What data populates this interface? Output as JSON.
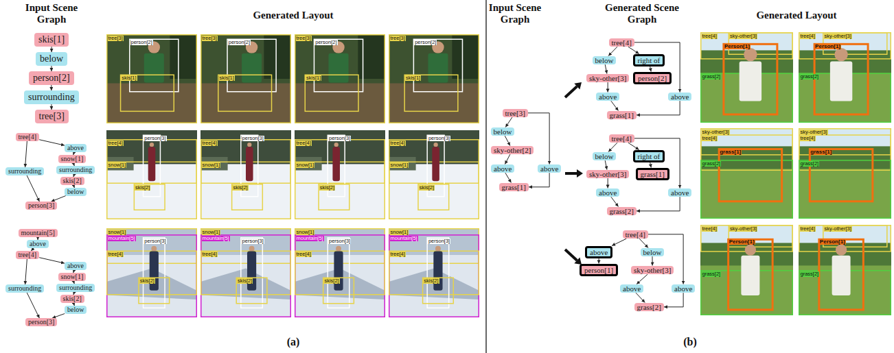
{
  "diagram": {
    "nodes": [
      {
        "text": [
          "skis[1]"
        ]
      },
      {
        "text": [
          "below"
        ]
      },
      {
        "text": [
          "person[2]"
        ]
      },
      {
        "text": [
          "surrounding"
        ]
      },
      {
        "text": [
          "tree[3]"
        ]
      },
      {
        "text": [
          "tree[4]"
        ]
      },
      {
        "text": [
          "above"
        ]
      },
      {
        "text": [
          "snow[1]"
        ]
      },
      {
        "text": [
          "surrounding"
        ]
      },
      {
        "text": [
          "surrounding"
        ]
      },
      {
        "text": [
          "skis[2]"
        ]
      },
      {
        "text": [
          "below"
        ]
      },
      {
        "text": [
          "person[3]"
        ]
      },
      {
        "text": [
          "mountain[5]"
        ]
      },
      {
        "text": [
          "above"
        ]
      },
      {
        "text": [
          "tree[4]"
        ]
      },
      {
        "text": [
          "above"
        ]
      },
      {
        "text": [
          "snow[1]"
        ]
      },
      {
        "text": [
          "surrounding"
        ]
      },
      {
        "text": [
          "surrounding"
        ]
      },
      {
        "text": [
          "skis[2]"
        ]
      },
      {
        "text": [
          "below"
        ]
      },
      {
        "text": [
          "person[3]"
        ]
      },
      {
        "text": [
          "tree[3]"
        ]
      },
      {
        "text": [
          "below"
        ]
      },
      {
        "text": [
          "above"
        ]
      },
      {
        "text": [
          "sky-other[2]"
        ]
      },
      {
        "text": [
          "above"
        ]
      },
      {
        "text": [
          "grass[1]"
        ]
      },
      {
        "text": [
          "tree[4]"
        ]
      },
      {
        "text": [
          "below"
        ]
      },
      {
        "text": [
          "right of"
        ]
      },
      {
        "text": [
          "sky-other[3]"
        ]
      },
      {
        "text": [
          "person[2]"
        ]
      },
      {
        "text": [
          "above"
        ]
      },
      {
        "text": [
          "above"
        ]
      },
      {
        "text": [
          "grass[1]"
        ]
      },
      {
        "text": [
          "tree[4]"
        ]
      },
      {
        "text": [
          "below"
        ]
      },
      {
        "text": [
          "right of"
        ]
      },
      {
        "text": [
          "sky-other[3]"
        ]
      },
      {
        "text": [
          "grass[1]"
        ]
      },
      {
        "text": [
          "above"
        ]
      },
      {
        "text": [
          "above"
        ]
      },
      {
        "text": [
          "grass[2]"
        ]
      },
      {
        "text": [
          "tree[4]"
        ]
      },
      {
        "text": [
          "above"
        ]
      },
      {
        "text": [
          "below"
        ]
      },
      {
        "text": [
          "person[1]"
        ]
      },
      {
        "text": [
          "sky-other[3]"
        ]
      },
      {
        "text": [
          "above"
        ]
      },
      {
        "text": [
          "above"
        ]
      },
      {
        "text": [
          "grass[2]"
        ]
      }
    ],
    "edges": [
      {
        "from": 0,
        "to": 1,
        "arrow": "to"
      },
      {
        "from": 1,
        "to": 2,
        "arrow": "to"
      },
      {
        "from": 2,
        "to": 3,
        "arrow": "to"
      },
      {
        "from": 3,
        "to": 4,
        "arrow": "to"
      },
      {
        "from": 5,
        "to": 6,
        "arrow": "to"
      },
      {
        "from": 6,
        "to": 7,
        "arrow": "to"
      },
      {
        "from": 7,
        "to": 9,
        "arrow": "to"
      },
      {
        "from": 9,
        "to": 10,
        "arrow": "to"
      },
      {
        "from": 10,
        "to": 11,
        "arrow": "to"
      },
      {
        "from": 11,
        "to": 12,
        "arrow": "to"
      },
      {
        "from": 5,
        "to": 8,
        "arrow": "to"
      },
      {
        "from": 8,
        "to": 12,
        "arrow": "to"
      },
      {
        "from": 13,
        "to": 14,
        "arrow": "to"
      },
      {
        "from": 14,
        "to": 15,
        "arrow": "to"
      },
      {
        "from": 15,
        "to": 16,
        "arrow": "to"
      },
      {
        "from": 16,
        "to": 17,
        "arrow": "to"
      },
      {
        "from": 17,
        "to": 19,
        "arrow": "to"
      },
      {
        "from": 19,
        "to": 20,
        "arrow": "to"
      },
      {
        "from": 20,
        "to": 21,
        "arrow": "to"
      },
      {
        "from": 21,
        "to": 22,
        "arrow": "to"
      },
      {
        "from": 15,
        "to": 18,
        "arrow": "to"
      },
      {
        "from": 18,
        "to": 22,
        "arrow": "to"
      },
      {
        "from": 23,
        "to": 24,
        "arrow": "to"
      },
      {
        "from": 24,
        "to": 26,
        "arrow": "to"
      },
      {
        "from": 26,
        "to": 27,
        "arrow": "to"
      },
      {
        "from": 27,
        "to": 28,
        "arrow": "to"
      },
      {
        "from": 23,
        "to": 25,
        "arrow": "to"
      },
      {
        "from": 25,
        "to": 28,
        "arrow": "to"
      },
      {
        "from": 29,
        "to": 30,
        "arrow": "to"
      },
      {
        "from": 30,
        "to": 32,
        "arrow": "to"
      },
      {
        "from": 32,
        "to": 34,
        "arrow": "to"
      },
      {
        "from": 34,
        "to": 36,
        "arrow": "to"
      },
      {
        "from": 29,
        "to": 31,
        "arrow": "to"
      },
      {
        "from": 31,
        "to": 33,
        "arrow": "to"
      },
      {
        "from": 29,
        "to": 35,
        "arrow": "to"
      },
      {
        "from": 35,
        "to": 36,
        "arrow": "to"
      },
      {
        "from": 37,
        "to": 38,
        "arrow": "to"
      },
      {
        "from": 38,
        "to": 40,
        "arrow": "to"
      },
      {
        "from": 40,
        "to": 42,
        "arrow": "to"
      },
      {
        "from": 42,
        "to": 44,
        "arrow": "to"
      },
      {
        "from": 37,
        "to": 39,
        "arrow": "to"
      },
      {
        "from": 39,
        "to": 41,
        "arrow": "to"
      },
      {
        "from": 37,
        "to": 43,
        "arrow": "to"
      },
      {
        "from": 43,
        "to": 44,
        "arrow": "to"
      },
      {
        "from": 45,
        "to": 46,
        "arrow": "to"
      },
      {
        "from": 46,
        "to": 48,
        "arrow": "to"
      },
      {
        "from": 45,
        "to": 47,
        "arrow": "to"
      },
      {
        "from": 47,
        "to": 49,
        "arrow": "to"
      },
      {
        "from": 49,
        "to": 50,
        "arrow": "to"
      },
      {
        "from": 50,
        "to": 52,
        "arrow": "to"
      },
      {
        "from": 45,
        "to": 51,
        "arrow": "to"
      },
      {
        "from": 51,
        "to": 52,
        "arrow": "to"
      }
    ],
    "labels": [
      "Input Scene Graph",
      "Generated Layout",
      "Input Scene Graph",
      "Generated Scene Graph",
      "Generated Layout",
      "(a)",
      "(b)",
      "tree[3]",
      "person[2]",
      "skis[1]",
      "tree[3]",
      "person[2]",
      "skis[1]",
      "tree[3]",
      "person[2]",
      "skis[1]",
      "tree[3]",
      "person[2]",
      "skis[1]",
      "tree[4]",
      "snow[1]",
      "person[3]",
      "skis[2]",
      "tree[4]",
      "snow[1]",
      "person[3]",
      "skis[2]",
      "tree[4]",
      "snow[1]",
      "person[3]",
      "skis[2]",
      "tree[4]",
      "snow[1]",
      "person[3]",
      "skis[2]",
      "snow[1]",
      "mountain[5]",
      "tree[4]",
      "person[3]",
      "skis[2]",
      "snow[1]",
      "mountain[5]",
      "tree[4]",
      "person[3]",
      "skis[2]",
      "snow[1]",
      "mountain[5]",
      "tree[4]",
      "person[3]",
      "skis[2]",
      "snow[1]",
      "mountain[5]",
      "tree[4]",
      "person[3]",
      "skis[2]",
      "tree[4]",
      "sky-other[3]",
      "grass[2]",
      "Person[1]",
      "tree[4]",
      "sky-other[3]",
      "grass[2]",
      "Person[1]",
      "sky-other[3]",
      "tree[4]",
      "grass[2]",
      "grass[1]",
      "sky-other[3]",
      "tree[4]",
      "grass[2]",
      "grass[1]",
      "tree[4]",
      "sky-other[3]",
      "grass[2]",
      "Person[1]",
      "tree[4]",
      "sky-other[3]",
      "grass[2]",
      "Person[1]"
    ]
  }
}
